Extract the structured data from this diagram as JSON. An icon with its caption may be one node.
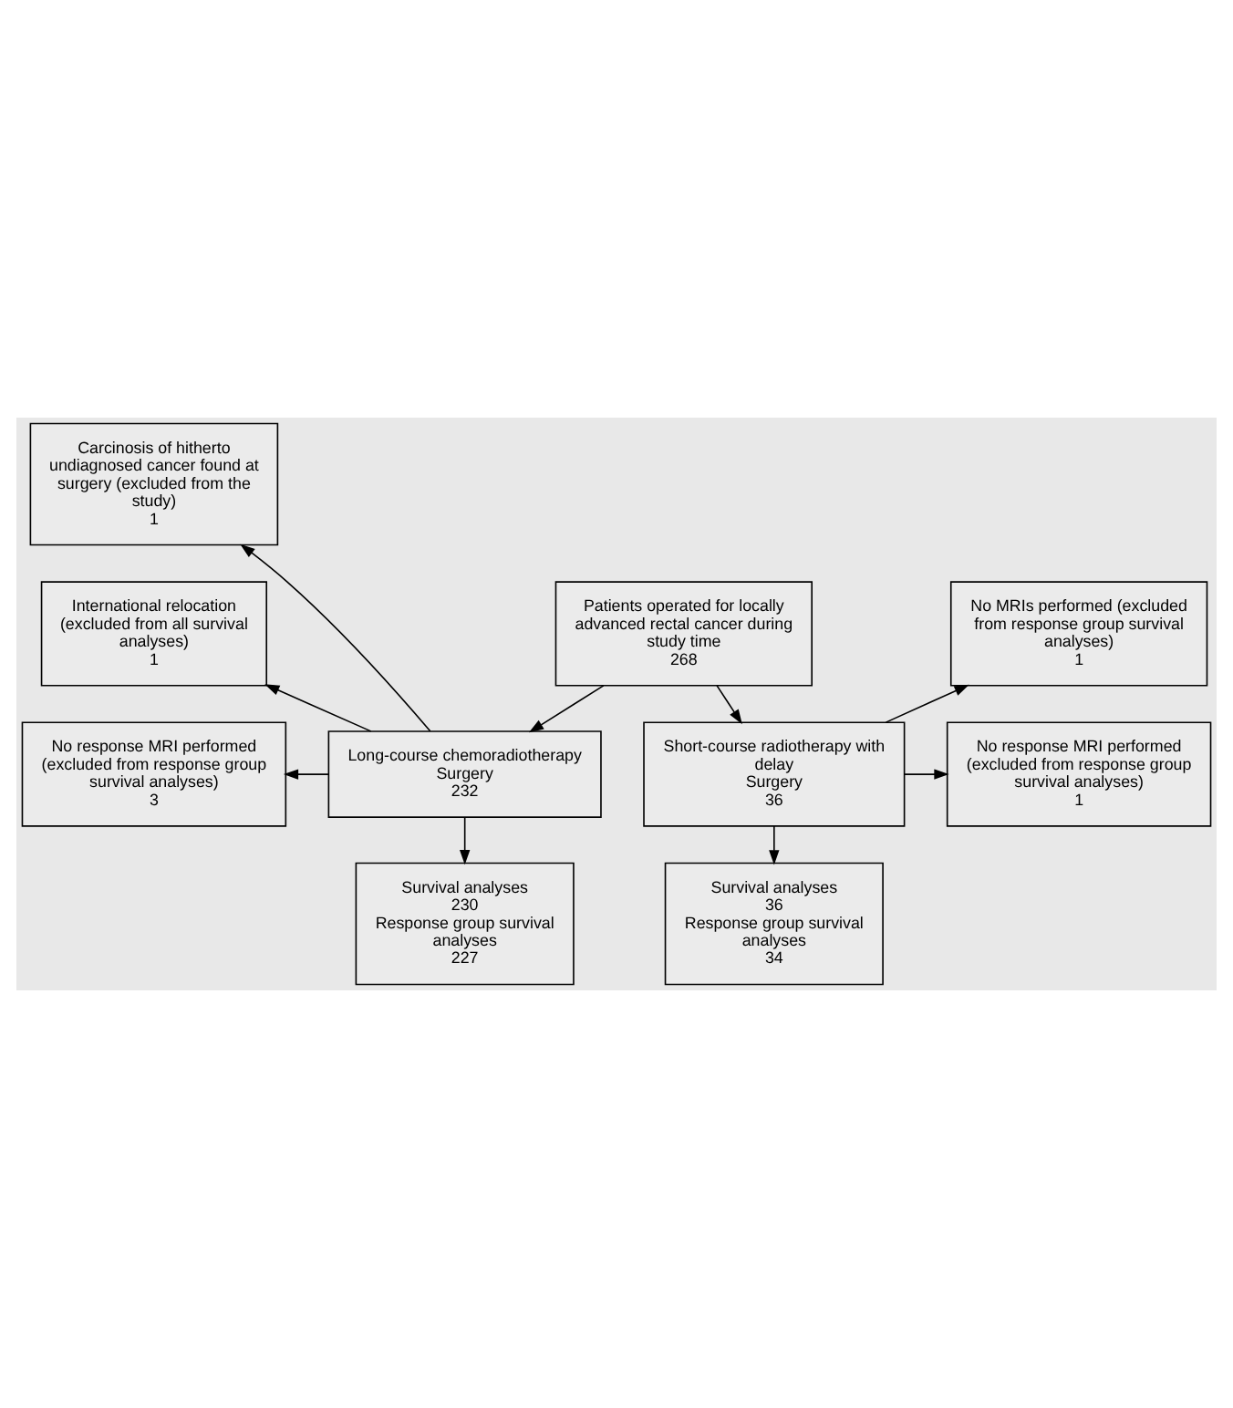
{
  "diagram": {
    "nodes": [
      {
        "text": [
          "Patients operated for locally advanced rectal cancer during study time",
          "268"
        ]
      },
      {
        "text": [
          "Long-course chemoradiotherapy",
          "Surgery",
          "232"
        ]
      },
      {
        "text": [
          "Short-course radiotherapy with delay",
          "Surgery",
          "36"
        ]
      },
      {
        "text": [
          "Carcinosis of hitherto undiagnosed cancer found at surgery (excluded from the study)",
          "1"
        ]
      },
      {
        "text": [
          "International relocation (excluded from all survival analyses)",
          "1"
        ]
      },
      {
        "text": [
          "No response MRI performed (excluded from response group survival analyses)",
          "3"
        ]
      },
      {
        "text": [
          "No MRIs performed (excluded from response group survival analyses)",
          "1"
        ]
      },
      {
        "text": [
          "No response MRI performed (excluded from response group survival analyses)",
          "1"
        ]
      },
      {
        "text": [
          "Survival analyses",
          "230",
          "Response group survival analyses",
          "227"
        ]
      },
      {
        "text": [
          "Survival analyses",
          "36",
          "Response group survival analyses",
          "34"
        ]
      }
    ],
    "edges": [
      {
        "from": 0,
        "to": 1,
        "arrow": "to"
      },
      {
        "from": 0,
        "to": 2,
        "arrow": "to"
      },
      {
        "from": 1,
        "to": 3,
        "arrow": "to"
      },
      {
        "from": 1,
        "to": 4,
        "arrow": "to"
      },
      {
        "from": 1,
        "to": 5,
        "arrow": "to"
      },
      {
        "from": 1,
        "to": 8,
        "arrow": "to"
      },
      {
        "from": 2,
        "to": 6,
        "arrow": "to"
      },
      {
        "from": 2,
        "to": 7,
        "arrow": "to"
      },
      {
        "from": 2,
        "to": 9,
        "arrow": "to"
      }
    ]
  }
}
